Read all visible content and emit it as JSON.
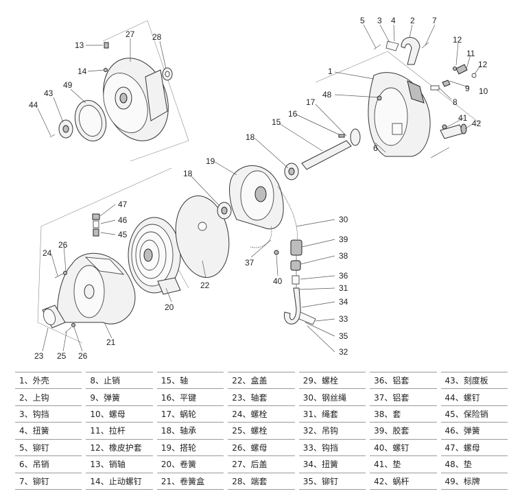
{
  "callouts": [
    {
      "n": "1"
    },
    {
      "n": "2"
    },
    {
      "n": "3"
    },
    {
      "n": "4"
    },
    {
      "n": "5"
    },
    {
      "n": "6"
    },
    {
      "n": "7"
    },
    {
      "n": "8"
    },
    {
      "n": "9"
    },
    {
      "n": "10"
    },
    {
      "n": "11"
    },
    {
      "n": "12"
    },
    {
      "n": "12"
    },
    {
      "n": "13"
    },
    {
      "n": "14"
    },
    {
      "n": "15"
    },
    {
      "n": "16"
    },
    {
      "n": "17"
    },
    {
      "n": "18"
    },
    {
      "n": "18"
    },
    {
      "n": "19"
    },
    {
      "n": "20"
    },
    {
      "n": "21"
    },
    {
      "n": "22"
    },
    {
      "n": "23"
    },
    {
      "n": "24"
    },
    {
      "n": "25"
    },
    {
      "n": "26"
    },
    {
      "n": "26"
    },
    {
      "n": "27"
    },
    {
      "n": "28"
    },
    {
      "n": "30"
    },
    {
      "n": "31"
    },
    {
      "n": "32"
    },
    {
      "n": "33"
    },
    {
      "n": "34"
    },
    {
      "n": "35"
    },
    {
      "n": "36"
    },
    {
      "n": "37"
    },
    {
      "n": "38"
    },
    {
      "n": "39"
    },
    {
      "n": "40"
    },
    {
      "n": "41"
    },
    {
      "n": "42"
    },
    {
      "n": "43"
    },
    {
      "n": "44"
    },
    {
      "n": "45"
    },
    {
      "n": "46"
    },
    {
      "n": "47"
    },
    {
      "n": "48"
    },
    {
      "n": "49"
    }
  ],
  "legend": [
    [
      "1、外壳",
      "8、止销",
      "15、轴",
      "22、盒盖",
      "29、螺栓",
      "36、铝套",
      "43、刻度板"
    ],
    [
      "2、上钩",
      "9、弹簧",
      "16、平键",
      "23、轴套",
      "30、钢丝绳",
      "37、铝套",
      "44、螺钉"
    ],
    [
      "3、钩挡",
      "10、螺母",
      "17、蜗轮",
      "24、螺栓",
      "31、绳套",
      "38、套",
      "45、保险销"
    ],
    [
      "4、扭簧",
      "11、拉杆",
      "18、轴承",
      "25、螺栓",
      "32、吊钩",
      "39、胶套",
      "46、弹簧"
    ],
    [
      "5、铆钉",
      "12、橡皮护套",
      "19、搭轮",
      "26、螺母",
      "33、钩挡",
      "40、螺钉",
      "47、螺母"
    ],
    [
      "6、吊销",
      "13、销轴",
      "20、卷簧",
      "27、后盖",
      "34、扭簧",
      "41、垫",
      "48、垫"
    ],
    [
      "7、铆钉",
      "14、止动螺钉",
      "21、卷簧盒",
      "28、端套",
      "35、铆钉",
      "42、蜗杆",
      "49、标牌"
    ]
  ]
}
